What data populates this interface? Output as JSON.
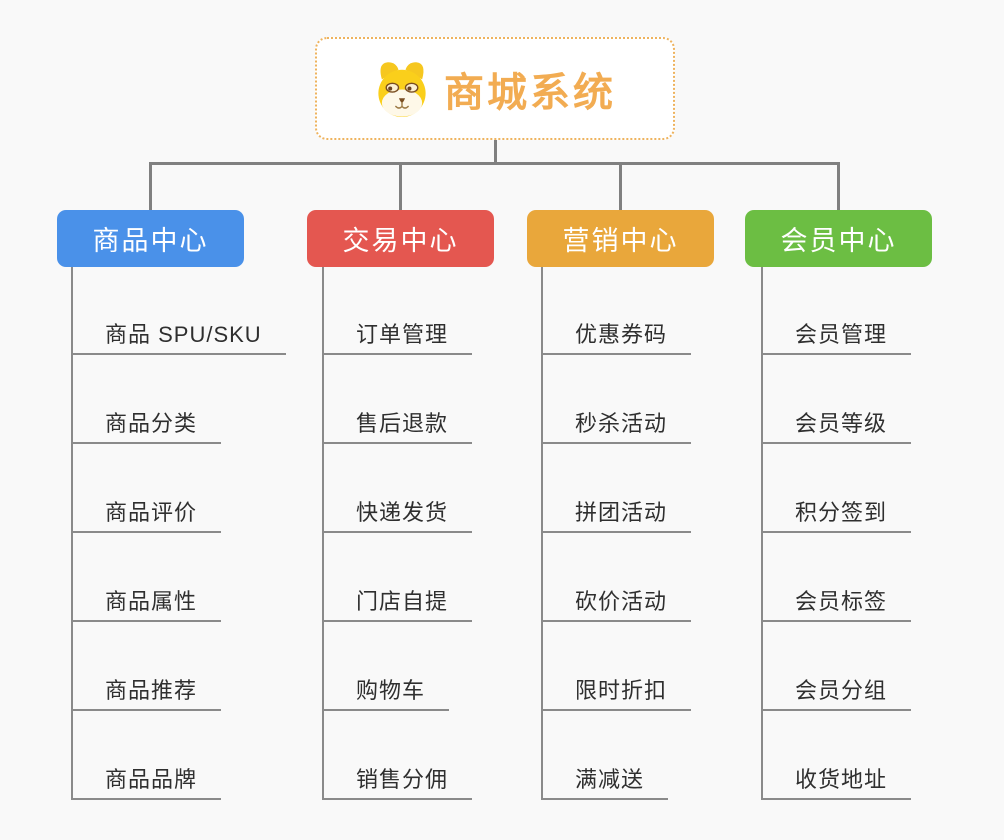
{
  "root": {
    "title": "商城系统",
    "icon": "dog-face-icon",
    "title_color": "#f2ac52",
    "border_color": "#eeb35e"
  },
  "colors": {
    "background": "#f9f9f9",
    "connector": "#808080",
    "leaf_underline": "#8a8a8a",
    "leaf_text": "#2f2f2f"
  },
  "branches": [
    {
      "label": "商品中心",
      "color": "#4a91e9",
      "items": [
        "商品 SPU/SKU",
        "商品分类",
        "商品评价",
        "商品属性",
        "商品推荐",
        "商品品牌"
      ]
    },
    {
      "label": "交易中心",
      "color": "#e45750",
      "items": [
        "订单管理",
        "售后退款",
        "快递发货",
        "门店自提",
        "购物车",
        "销售分佣"
      ]
    },
    {
      "label": "营销中心",
      "color": "#e9a73b",
      "items": [
        "优惠券码",
        "秒杀活动",
        "拼团活动",
        "砍价活动",
        "限时折扣",
        "满减送"
      ]
    },
    {
      "label": "会员中心",
      "color": "#6cbe43",
      "items": [
        "会员管理",
        "会员等级",
        "积分签到",
        "会员标签",
        "会员分组",
        "收货地址"
      ]
    }
  ]
}
